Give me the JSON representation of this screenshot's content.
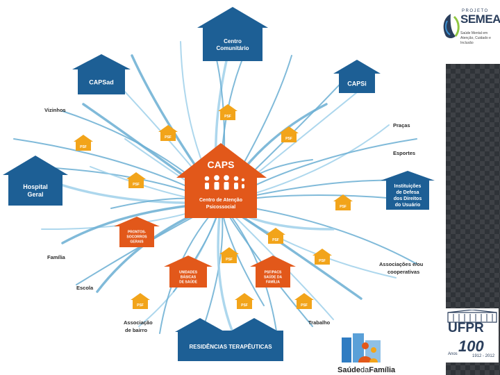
{
  "center": {
    "title": "CAPS",
    "subtitle_line1": "Centro de Atenção",
    "subtitle_line2": "Psicossocial"
  },
  "houses": {
    "centro_comunitario": [
      "Centro",
      "Comunitário"
    ],
    "capsad": [
      "CAPSad"
    ],
    "capsi": [
      "CAPSi"
    ],
    "hospital_geral": [
      "Hospital",
      "Geral"
    ],
    "instituicoes": [
      "Instituições",
      "de Defesa",
      "dos Direitos",
      "do Usuário"
    ],
    "prontos_socorros": [
      "PRONTOS-",
      "SOCORROS",
      "GERAIS"
    ],
    "unidades_basicas": [
      "UNIDADES",
      "BÁSICAS",
      "DE SAÚDE"
    ],
    "psf_pacs": [
      "PSF/PACS",
      "SAÚDE DA",
      "FAMÍLIA"
    ],
    "residencias": [
      "RESIDÊNCIAS TERAPÊUTICAS"
    ]
  },
  "psf_label": "PSF",
  "plain_labels": {
    "vizinhos": "Vizinhos",
    "pracas": "Praças",
    "esportes": "Esportes",
    "familia": "Família",
    "escola": "Escola",
    "associacao_bairro_1": "Associação",
    "associacao_bairro_2": "de bairro",
    "trabalho": "Trabalho",
    "associacoes_1": "Associações e/ou",
    "associacoes_2": "cooperativas"
  },
  "logos": {
    "semear_pre": "PROJETO",
    "semear_title": "SEMEAR",
    "semear_sub": "Saúde Mental em Atenção, Cuidado e Inclusão",
    "saude_familia_1": "Saúde",
    "saude_familia_2": "da",
    "saude_familia_3": "Família",
    "ufpr": "UFPR",
    "ufpr_100": "100",
    "ufpr_anos": "Anos",
    "ufpr_years": "1912 - 2012"
  },
  "colors": {
    "blue": "#1d5f95",
    "orange_dark": "#e2581a",
    "orange": "#f2a41a",
    "ray": "#6aaed2"
  }
}
